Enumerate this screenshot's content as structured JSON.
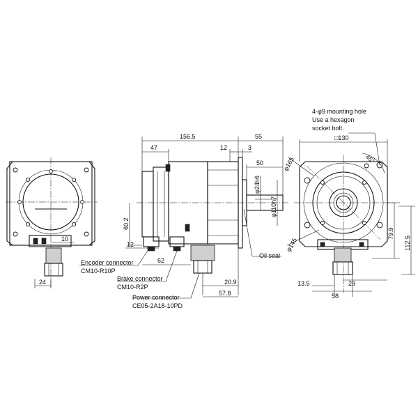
{
  "notes": {
    "mounting_hole_line1": "4-φ9 mounting hole",
    "mounting_hole_line2": "Use a hexagon",
    "mounting_hole_line3": "socket bolt."
  },
  "connectors": {
    "encoder_label": "Encoder connector",
    "encoder_model": "CM10-R10P",
    "brake_label": "Brake connector",
    "brake_model": "CM10-R2P",
    "power_label": "Power connector",
    "power_model": "CE05-2A18-10PD",
    "oil_seal_label": "Oil seal"
  },
  "dimensions": {
    "left_10": "10",
    "left_24": "24",
    "side_156_5": "156.5",
    "side_47": "47",
    "side_12_top": "12",
    "side_3": "3",
    "side_55": "55",
    "side_50": "50",
    "side_24h6": "φ24h6",
    "side_110h7": "φ110h7",
    "side_60_2": "60.2",
    "side_12_bottom": "12",
    "side_62": "62",
    "side_20_9": "20.9",
    "side_57_8": "57.8",
    "front_130": "□130",
    "front_165": "φ165",
    "front_145": "φ145",
    "front_45deg": "45°",
    "front_79_9": "79.9",
    "front_112_5": "112.5",
    "front_13_5": "13.5",
    "front_29": "29",
    "front_58": "58"
  }
}
